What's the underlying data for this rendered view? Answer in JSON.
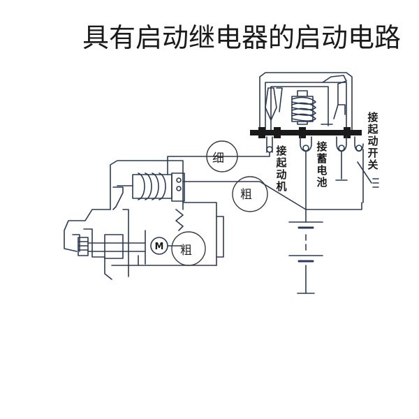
{
  "title": "具有启动继电器的启动电路",
  "labels": {
    "starter": "接起动机",
    "battery": "接蓄电池",
    "switch": "接起动开关"
  },
  "annotations": {
    "thin": "细",
    "thick": "粗",
    "thick2": "粗"
  },
  "motor_symbol": "M",
  "colors": {
    "line": "#2a3a56",
    "circle": "#3a3a3a",
    "ink": "#1a1a1a"
  }
}
